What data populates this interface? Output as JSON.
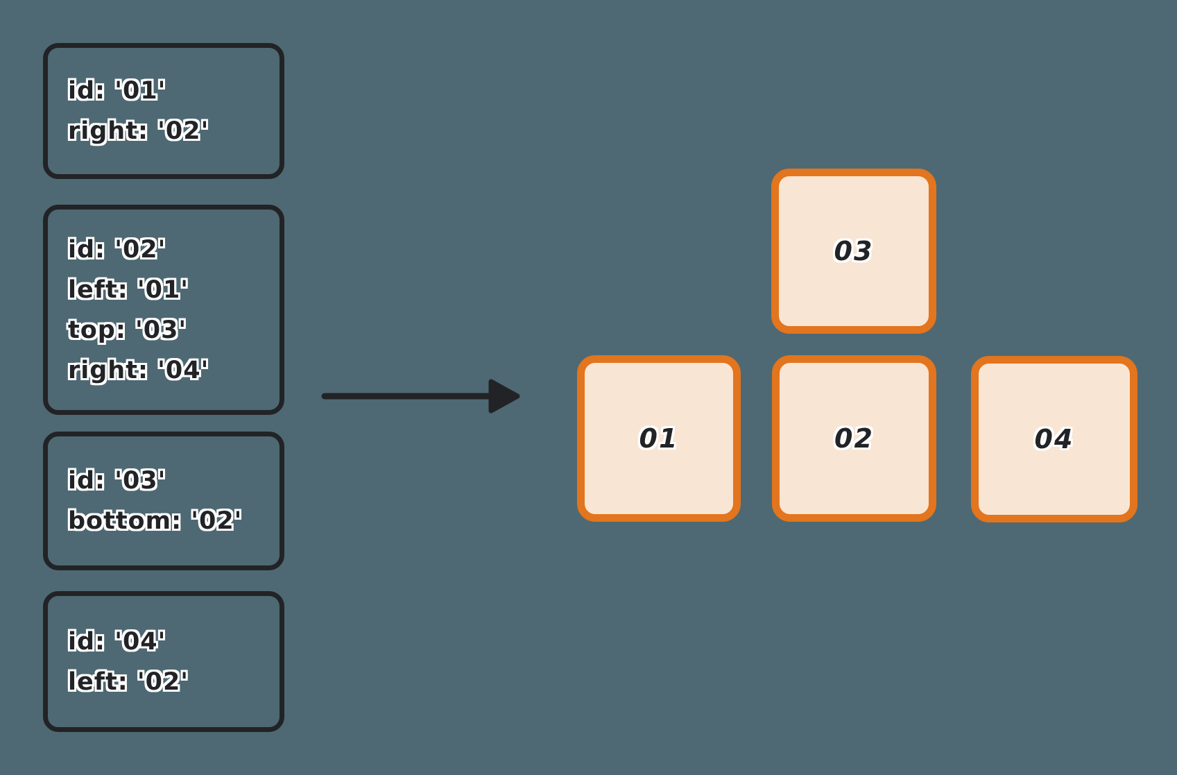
{
  "colors": {
    "bg": "#4e6973",
    "ink": "#222326",
    "accent": "#e2751d",
    "tile-fill": "#f9e5d4",
    "outline": "#ffffff"
  },
  "icons": {
    "arrow": "arrow-right-icon"
  },
  "definitions": [
    {
      "name": "01",
      "lines": [
        "id: '01'",
        "right: '02'"
      ]
    },
    {
      "name": "02",
      "lines": [
        "id: '02'",
        "left: '01'",
        "top: '03'",
        "right: '04'"
      ]
    },
    {
      "name": "03",
      "lines": [
        "id: '03'",
        "bottom: '02'"
      ]
    },
    {
      "name": "04",
      "lines": [
        "id: '04'",
        "left: '02'"
      ]
    }
  ],
  "tiles": [
    {
      "label": "03"
    },
    {
      "label": "01"
    },
    {
      "label": "02"
    },
    {
      "label": "04"
    }
  ]
}
